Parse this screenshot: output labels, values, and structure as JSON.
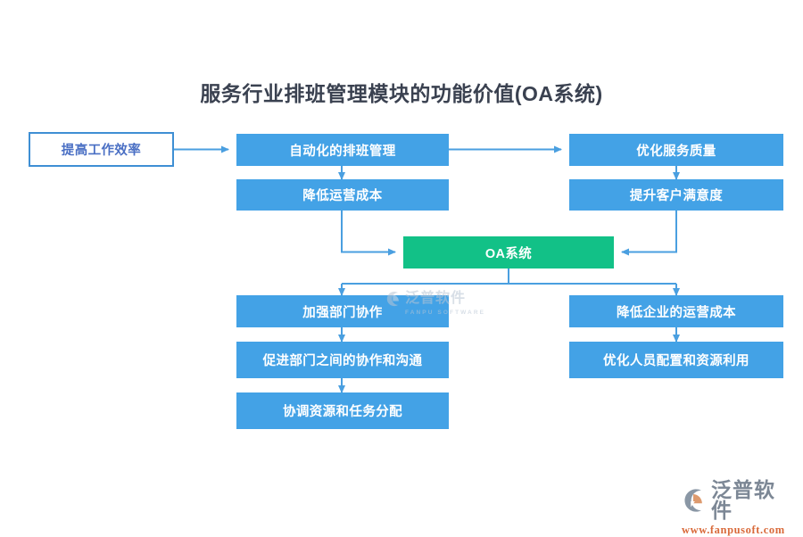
{
  "title": "服务行业排班管理模块的功能价值(OA系统)",
  "colors": {
    "box_blue": "#43a2e6",
    "box_green": "#12c187",
    "outline_border": "#3f8fd4",
    "outline_text": "#4a6fc4",
    "connector": "#4a9fe0",
    "title_text": "#3a4150",
    "logo_text": "#7c8795",
    "logo_url": "#d96a3a",
    "watermark": "#b9c6d4"
  },
  "nodes": {
    "improve_efficiency": {
      "label": "提高工作效率",
      "style": "outline"
    },
    "automated_scheduling": {
      "label": "自动化的排班管理",
      "style": "blue"
    },
    "reduce_operating_cost": {
      "label": "降低运营成本",
      "style": "blue"
    },
    "optimize_service_quality": {
      "label": "优化服务质量",
      "style": "blue"
    },
    "raise_customer_satisfaction": {
      "label": "提升客户满意度",
      "style": "blue"
    },
    "oa_system": {
      "label": "OA系统",
      "style": "green"
    },
    "strengthen_dept_collaboration": {
      "label": "加强部门协作",
      "style": "blue"
    },
    "promote_dept_communication": {
      "label": "促进部门之间的协作和沟通",
      "style": "blue"
    },
    "coordinate_resource_tasks": {
      "label": "协调资源和任务分配",
      "style": "blue"
    },
    "reduce_enterprise_cost": {
      "label": "降低企业的运营成本",
      "style": "blue"
    },
    "optimize_staffing_resources": {
      "label": "优化人员配置和资源利用",
      "style": "blue"
    }
  },
  "watermark": {
    "name": "泛普软件",
    "subtitle": "FANPU SOFTWARE",
    "mark_icon": "fanpu-logo-icon"
  },
  "brand": {
    "name": "泛普软件",
    "url": "www.fanpusoft.com",
    "mark_icon": "fanpu-logo-icon"
  }
}
